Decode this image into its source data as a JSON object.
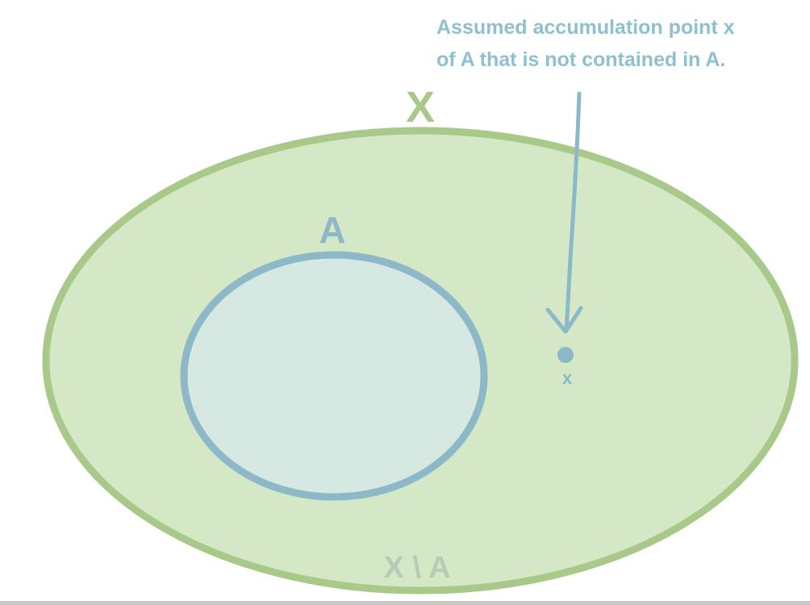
{
  "annotation": {
    "line1": "Assumed accumulation point x",
    "line2": "of A that is not contained in A."
  },
  "sets": {
    "outer_label": "X",
    "inner_label": "A",
    "complement_label": "X \\ A"
  },
  "point": {
    "label": "x"
  },
  "colors": {
    "outer_fill": "#d4e8c5",
    "outer_stroke": "#a9c98b",
    "inner_fill": "#d5e9e2",
    "inner_stroke": "#8cb8c8",
    "annotation": "#8fc0cf",
    "complement_label": "#b7cbb7",
    "background": "#ffffff"
  }
}
